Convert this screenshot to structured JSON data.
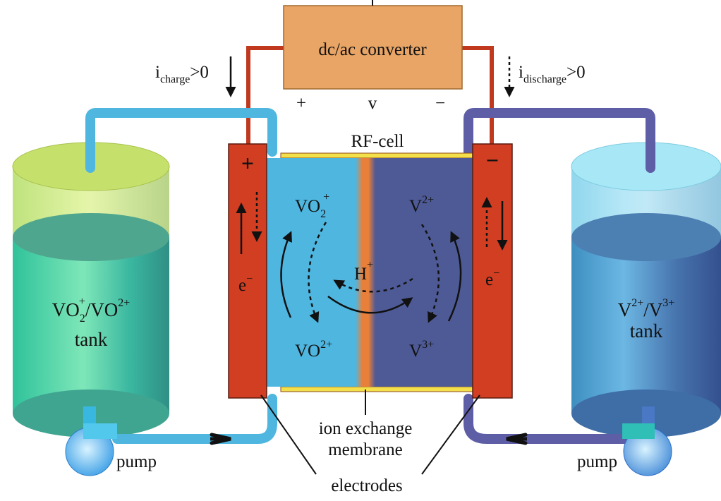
{
  "title": "RF-cell",
  "converter": {
    "label": "dc/ac converter",
    "plus": "+",
    "voltage": "v",
    "minus": "−"
  },
  "currents": {
    "charge": {
      "base": "i",
      "sub": "charge",
      "rest": ">0"
    },
    "discharge": {
      "base": "i",
      "sub": "discharge",
      "rest": ">0"
    }
  },
  "electrode_signs": {
    "positive": "+",
    "negative": "−"
  },
  "electron": {
    "base": "e",
    "sup": "−"
  },
  "ions": {
    "vo2_plus": {
      "base": "VO",
      "sub": "2",
      "sup": "+"
    },
    "vo_2plus": {
      "base": "VO",
      "sup": "2+"
    },
    "v_2plus": {
      "base": "V",
      "sup": "2+"
    },
    "v_3plus": {
      "base": "V",
      "sup": "3+"
    },
    "h_plus": {
      "base": "H",
      "sup": "+"
    }
  },
  "left_tank": {
    "line1": {
      "a": "VO",
      "a_sub": "2",
      "a_sup": "+",
      "sep": "/VO",
      "b_sup": "2+"
    },
    "line2": "tank"
  },
  "right_tank": {
    "line1": {
      "a": "V",
      "a_sup": "2+",
      "sep": "/V",
      "b_sup": "3+"
    },
    "line2": "tank"
  },
  "pumps": {
    "left": "pump",
    "right": "pump"
  },
  "membrane_label": {
    "line1": "ion exchange",
    "line2": "membrane"
  },
  "electrodes_label": "electrodes",
  "colors": {
    "catholyte": "#4fb6e0",
    "anolyte": "#4e5a96",
    "electrode": "#d13e22",
    "membrane": "#e8803a",
    "converter": "#e9a566",
    "wire": "#c0391f",
    "separator_edge": "#f3e04a"
  }
}
